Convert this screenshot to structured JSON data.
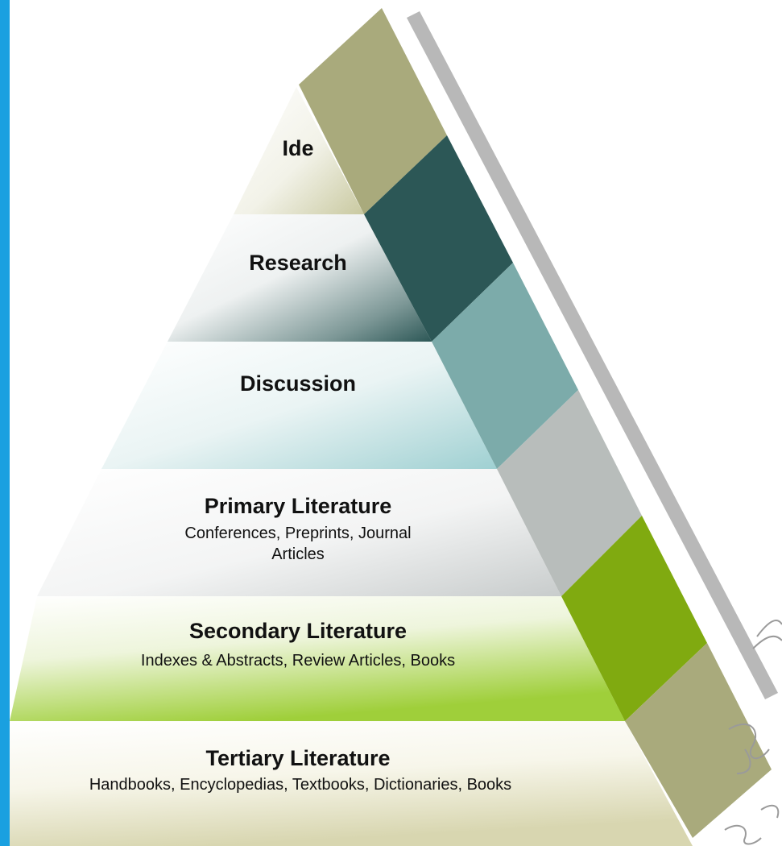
{
  "levels": [
    {
      "key": "idea",
      "title": "Ide",
      "subtitle": ""
    },
    {
      "key": "research",
      "title": "Research",
      "subtitle": ""
    },
    {
      "key": "discussion",
      "title": "Discussion",
      "subtitle": ""
    },
    {
      "key": "primary",
      "title": "Primary Literature",
      "subtitle_line1": "Conferences, Preprints, Journal",
      "subtitle_line2": "Articles"
    },
    {
      "key": "secondary",
      "title": "Secondary Literature",
      "subtitle": "Indexes & Abstracts, Review Articles, Books"
    },
    {
      "key": "tertiary",
      "title": "Tertiary Literature",
      "subtitle": "Handbooks, Encyclopedias, Textbooks, Dictionaries, Books"
    }
  ],
  "colors": {
    "left_bar": "#1aa0e0",
    "band_idea": "#a9aa7c",
    "band_research": "#2c5756",
    "band_discussion": "#7cabaa",
    "band_primary": "#b8bdbb",
    "band_secondary": "#80aa10",
    "band_tertiary": "#a9aa7c",
    "rail": "#b8b8b8"
  }
}
